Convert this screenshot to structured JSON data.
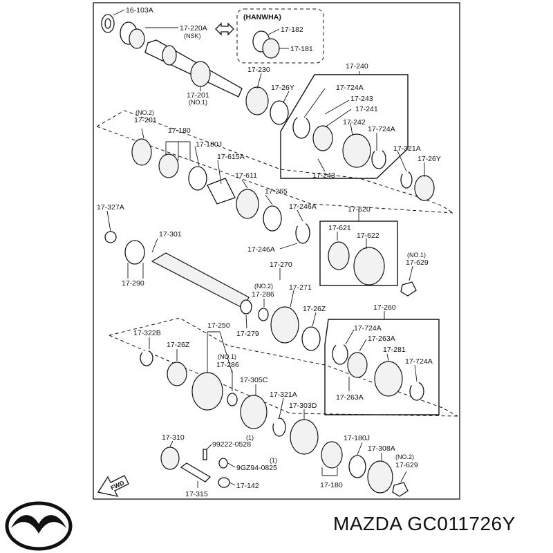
{
  "brand": {
    "name": "MAZDA",
    "part_number": "GC011726Y",
    "logo_icon": "mazda-wing-logo"
  },
  "inset": {
    "title": "(HANWHA)"
  },
  "labels": {
    "l_16_103A": "16-103A",
    "l_17_220A": "17-220A",
    "l_nsk": "(NSK)",
    "l_17_182": "17-182",
    "l_17_181": "17-181",
    "l_17_230": "17-230",
    "l_17_26Y_a": "17-26Y",
    "l_17_201": "17-201",
    "l_no1_a": "(NO.1)",
    "l_17_240": "17-240",
    "l_17_724A_a": "17-724A",
    "l_17_243_a": "17-243",
    "l_17_241": "17-241",
    "l_17_242": "17-242",
    "l_17_724A_b": "17-724A",
    "l_17_243_b": "17-243",
    "l_no2_a": "(NO.2)",
    "l_17_201_b": "17-201",
    "l_17_180_a": "17-180",
    "l_17_180J_a": "17-180J",
    "l_17_615A": "17-615A",
    "l_17_611": "17-611",
    "l_17_265": "17-265",
    "l_17_246A_a": "17-246A",
    "l_17_246A_b": "17-246A",
    "l_17_321A_a": "17-321A",
    "l_17_26Y_b": "17-26Y",
    "l_17_327A": "17-327A",
    "l_17_301": "17-301",
    "l_17_290": "17-290",
    "l_17_620": "17-620",
    "l_17_621": "17-621",
    "l_17_622": "17-622",
    "l_no1_b": "(NO.1)",
    "l_17_629_a": "17-629",
    "l_17_270": "17-270",
    "l_no2_b": "(NO.2)",
    "l_17_286_a": "17-286",
    "l_17_271": "17-271",
    "l_17_279": "17-279",
    "l_17_26Z_a": "17-26Z",
    "l_17_260": "17-260",
    "l_17_724A_c": "17-724A",
    "l_17_263A_a": "17-263A",
    "l_17_281": "17-281",
    "l_17_724A_d": "17-724A",
    "l_17_263A_b": "17-263A",
    "l_17_322B": "17-322B",
    "l_17_26Z_b": "17-26Z",
    "l_17_250": "17-250",
    "l_no1_c": "(NO.1)",
    "l_17_286_b": "17-286",
    "l_17_305C": "17-305C",
    "l_17_321A_b": "17-321A",
    "l_17_303D": "17-303D",
    "l_17_310": "17-310",
    "l_99222": "99222-0528",
    "l_q1_a": "(1)",
    "l_9GZ94": "9GZ94-0825",
    "l_q1_b": "(1)",
    "l_17_142": "17-142",
    "l_17_315": "17-315",
    "l_17_180J_b": "17-180J",
    "l_17_308A": "17-308A",
    "l_no2_c": "(NO.2)",
    "l_17_629_b": "17-629",
    "l_17_180_b": "17-180",
    "l_fwd": "FWD"
  }
}
